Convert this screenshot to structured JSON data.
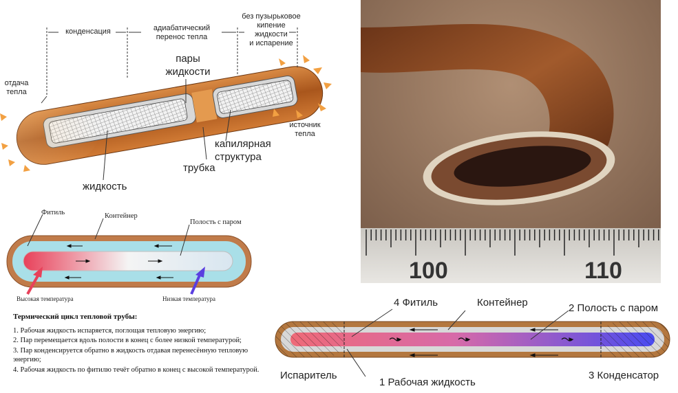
{
  "diagram1": {
    "labels": {
      "condensation": "конденсация",
      "adiabatic": "адиабатический\nперенос тепла",
      "boiling": "без пузырьковое\nкипение\nжидкости\nи испарение",
      "heat_output": "отдача\nтепла",
      "vapor": "пары\nжидкости",
      "heat_source": "источник\nтепла",
      "capillary": "капилярная\nструктура",
      "tube": "трубка",
      "liquid": "жидкость"
    },
    "colors": {
      "outer": "#b8621e",
      "wick": "#e3e0da",
      "arrows": "#f0a040"
    }
  },
  "diagram2": {
    "labels": {
      "wick": "Фитиль",
      "container": "Контейнер",
      "vapor_cavity": "Полость с паром",
      "high_temp": "Высокая температура",
      "low_temp": "Низкая температура"
    },
    "colors": {
      "shell": "#c07b4a",
      "wick": "#a9dfe8",
      "hot": "#e8415a",
      "cold": "#5a3fe0"
    }
  },
  "cycle": {
    "title": "Термический цикл тепловой трубы:",
    "steps": [
      "1. Рабочая жидкость испаряется, поглощая тепловую энергию;",
      "2. Пар перемещается вдоль полости в конец с более низкой температурой;",
      "3. Пар конденсируется обратно в жидкость отдавая перенесённую тепловую энергию;",
      "4. Рабочая жидкость по фитилю течёт обратно в конец с высокой температурой."
    ]
  },
  "photo": {
    "ruler_labels": [
      "100",
      "110"
    ],
    "colors": {
      "background": "#8a6a52",
      "copper": "#8b4a22"
    }
  },
  "diagram3": {
    "labels": {
      "wick": "4 Фитиль",
      "container": "Контейнер",
      "vapor_cavity": "2 Полость с паром",
      "evaporator": "Испаритель",
      "working_fluid": "1 Рабочая жидкость",
      "condenser": "3 Конденсатор"
    },
    "colors": {
      "shell": "#b3773f",
      "hot": "#ee6a78",
      "cold": "#4a4bf0"
    }
  }
}
